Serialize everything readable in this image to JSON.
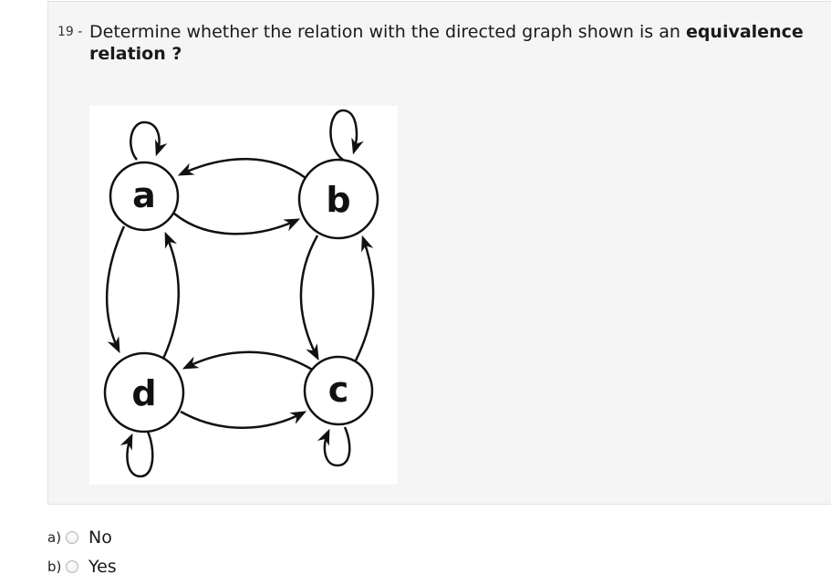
{
  "question": {
    "number": "19 -",
    "text_before": "Determine whether the relation with the directed graph shown is an ",
    "text_bold": "equivalence relation ?"
  },
  "graph": {
    "nodes": [
      {
        "id": "a",
        "label": "a"
      },
      {
        "id": "b",
        "label": "b"
      },
      {
        "id": "c",
        "label": "c"
      },
      {
        "id": "d",
        "label": "d"
      }
    ]
  },
  "options": [
    {
      "letter": "a)",
      "label": "No"
    },
    {
      "letter": "b)",
      "label": "Yes"
    }
  ]
}
